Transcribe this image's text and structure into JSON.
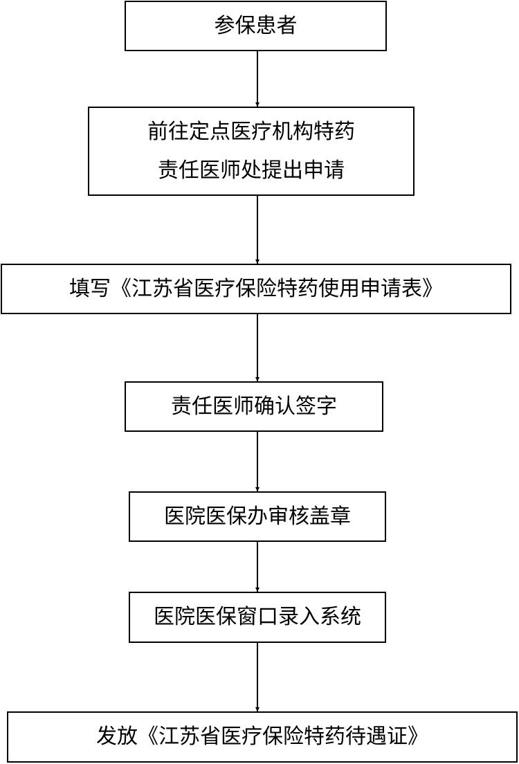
{
  "flowchart": {
    "steps": [
      {
        "id": "step-1",
        "lines": [
          "参保患者"
        ]
      },
      {
        "id": "step-2",
        "lines": [
          "前往定点医疗机构特药",
          "责任医师处提出申请"
        ]
      },
      {
        "id": "step-3",
        "lines": [
          "填写《江苏省医疗保险特药使用申请表》"
        ]
      },
      {
        "id": "step-4",
        "lines": [
          "责任医师确认签字"
        ]
      },
      {
        "id": "step-5",
        "lines": [
          "医院医保办审核盖章"
        ]
      },
      {
        "id": "step-6",
        "lines": [
          "医院医保窗口录入系统"
        ]
      },
      {
        "id": "step-7",
        "lines": [
          "发放《江苏省医疗保险特药待遇证》"
        ]
      }
    ]
  }
}
